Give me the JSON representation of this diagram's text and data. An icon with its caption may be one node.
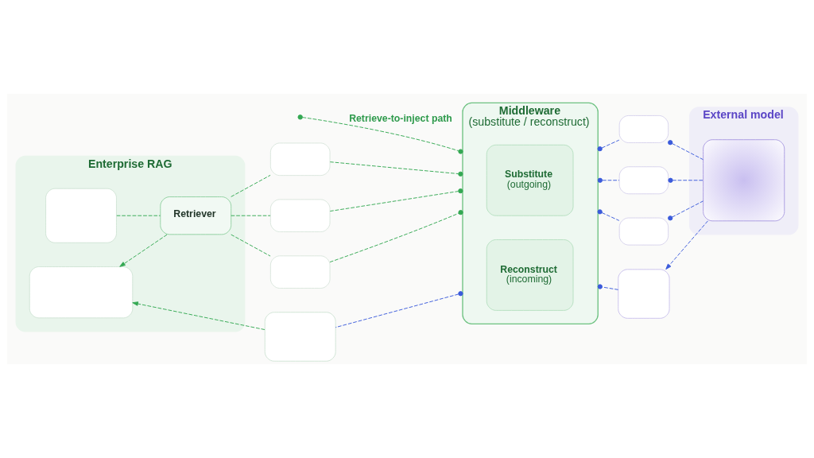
{
  "diagram": {
    "nodes": [
      {
        "text": [
          "Enterprise RAG"
        ]
      },
      {
        "text": [],
        "shape": "box",
        "in": 0
      },
      {
        "text": [
          "Retriever"
        ],
        "in": 0
      },
      {
        "text": [],
        "shape": "box",
        "in": 0
      },
      {
        "text": [
          "Middleware",
          "(substitute / reconstruct)"
        ]
      },
      {
        "text": [
          "Substitute",
          "(outgoing)"
        ],
        "in": 4
      },
      {
        "text": [
          "Reconstruct",
          "(incoming)"
        ],
        "in": 4
      },
      {
        "text": [],
        "shape": "box"
      },
      {
        "text": [],
        "shape": "box"
      },
      {
        "text": [],
        "shape": "box"
      },
      {
        "text": [],
        "shape": "box"
      },
      {
        "text": [],
        "shape": "box"
      },
      {
        "text": [],
        "shape": "box"
      },
      {
        "text": [
          "External model"
        ]
      },
      {
        "text": [],
        "shape": "picture",
        "in": 13
      },
      {
        "text": [],
        "shape": "box"
      },
      {
        "text": [],
        "shape": "box"
      }
    ],
    "edges": [
      {
        "from": null,
        "to": 4,
        "arrow": "other",
        "label": "Retrieve-to-inject path",
        "style": "dashed"
      },
      {
        "from": 1,
        "to": 2,
        "arrow": "none",
        "style": "dashed"
      },
      {
        "from": 2,
        "to": 7,
        "arrow": "none",
        "style": "dashed"
      },
      {
        "from": 2,
        "to": 8,
        "arrow": "none",
        "style": "dashed"
      },
      {
        "from": 2,
        "to": 9,
        "arrow": "none",
        "style": "dashed"
      },
      {
        "from": 7,
        "to": 4,
        "arrow": "other",
        "style": "dashed"
      },
      {
        "from": 8,
        "to": 4,
        "arrow": "other",
        "style": "dashed"
      },
      {
        "from": 9,
        "to": 4,
        "arrow": "other",
        "style": "dashed"
      },
      {
        "from": 4,
        "to": 10,
        "arrow": "other",
        "style": "dashed",
        "color": "#3b5bdb"
      },
      {
        "from": 4,
        "to": 11,
        "arrow": "other",
        "style": "dashed",
        "color": "#3b5bdb"
      },
      {
        "from": 4,
        "to": 12,
        "arrow": "other",
        "style": "dashed",
        "color": "#3b5bdb"
      },
      {
        "from": 10,
        "to": 14,
        "arrow": "other",
        "style": "dashed",
        "color": "#3b5bdb"
      },
      {
        "from": 11,
        "to": 14,
        "arrow": "other",
        "style": "dashed",
        "color": "#3b5bdb"
      },
      {
        "from": 12,
        "to": 14,
        "arrow": "other",
        "style": "dashed",
        "color": "#3b5bdb"
      },
      {
        "from": 2,
        "to": 3,
        "arrow": "to",
        "style": "dashed"
      },
      {
        "from": 14,
        "to": 15,
        "arrow": "to",
        "style": "dashed",
        "color": "#3b5bdb"
      },
      {
        "from": 15,
        "to": 4,
        "arrow": "other",
        "style": "dashed",
        "color": "#3b5bdb"
      },
      {
        "from": 4,
        "to": 16,
        "arrow": "other",
        "style": "dashed",
        "color": "#3b5bdb"
      },
      {
        "from": 16,
        "to": 3,
        "arrow": "to",
        "style": "dashed"
      }
    ]
  }
}
